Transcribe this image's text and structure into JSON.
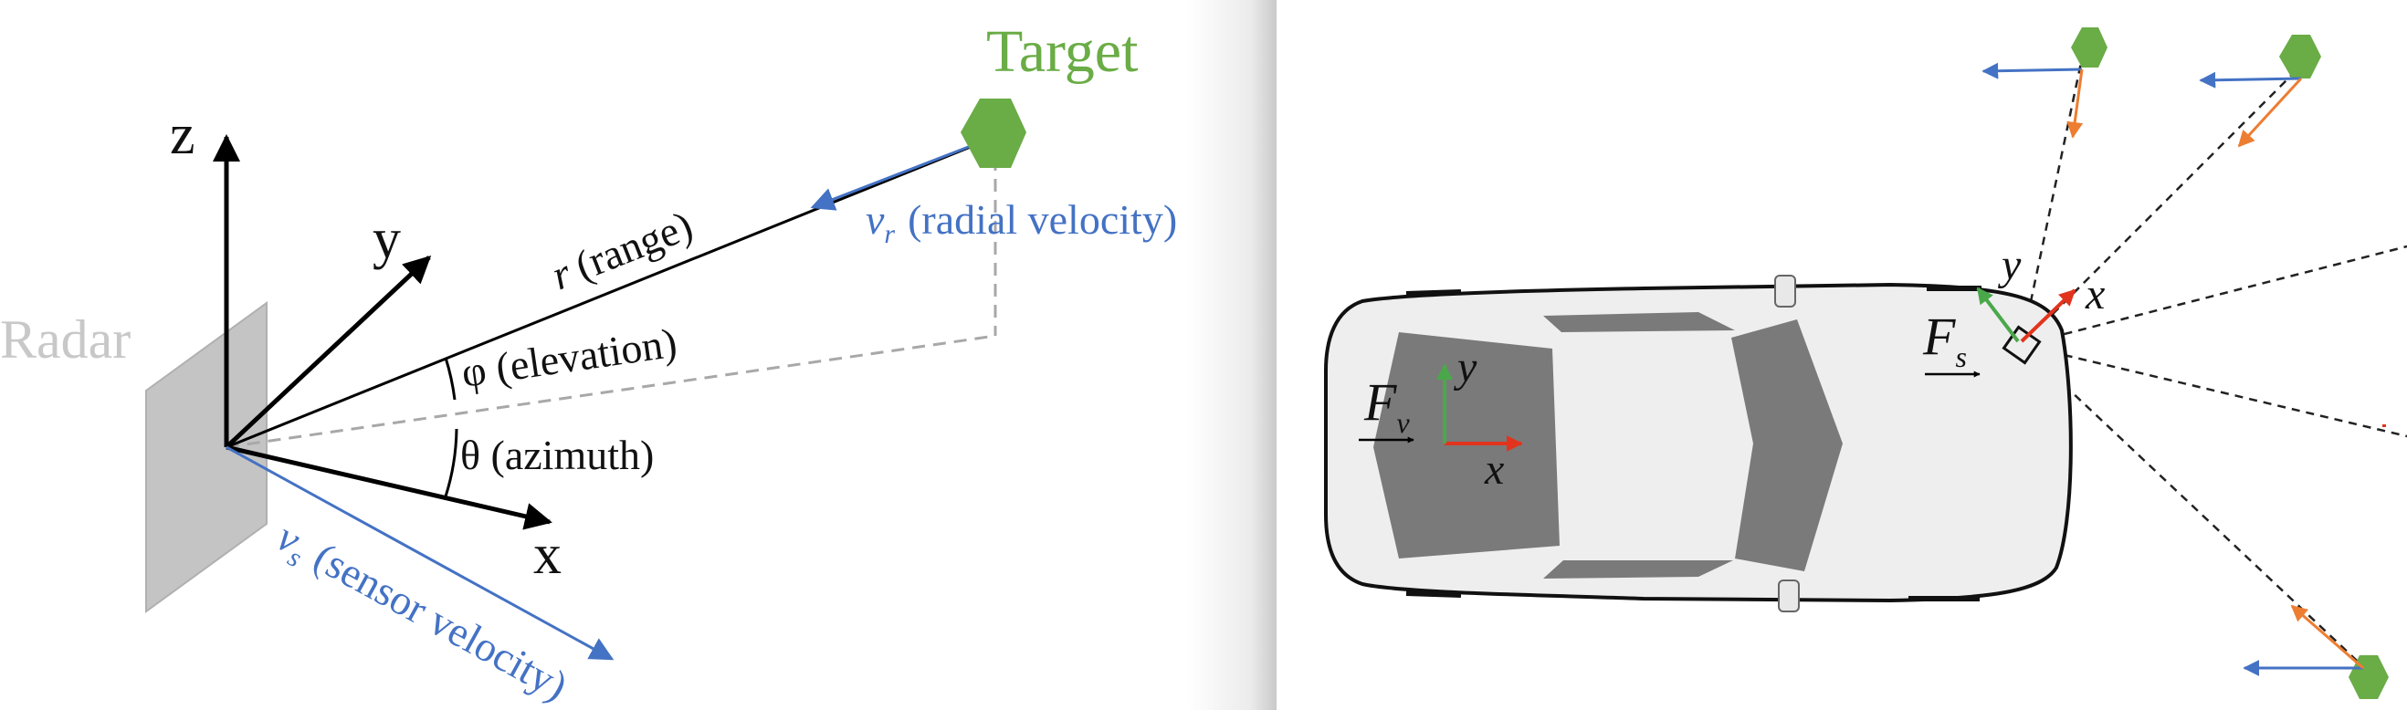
{
  "left_panel": {
    "radar_label": "Radar",
    "target_label": "Target",
    "axes": {
      "z": "z",
      "y": "y",
      "x": "x"
    },
    "range_var": "r",
    "range_label": "(range)",
    "elevation_label": "φ (elevation)",
    "azimuth_label": "θ (azimuth)",
    "radial_velocity_var": "v",
    "radial_velocity_sub": "r",
    "radial_velocity_label": "(radial velocity)",
    "sensor_velocity_var": "v",
    "sensor_velocity_sub": "s",
    "sensor_velocity_label": "(sensor velocity)"
  },
  "right_panel": {
    "vehicle_frame": {
      "symbol": "F",
      "sub": "v",
      "x_label": "x",
      "y_label": "y"
    },
    "sensor_frame": {
      "symbol": "F",
      "sub": "s",
      "x_label": "x",
      "y_label": "y"
    }
  },
  "colors": {
    "target_green": "#6aac46",
    "velocity_blue": "#4472c4",
    "arrow_orange": "#ed7d31",
    "axis_red": "#e2341d",
    "axis_green": "#4aa84a",
    "radar_gray": "#c4c4c4",
    "label_gray": "#c8c8c8",
    "car_body": "#eeeeee",
    "car_glass": "#7a7a7a"
  }
}
